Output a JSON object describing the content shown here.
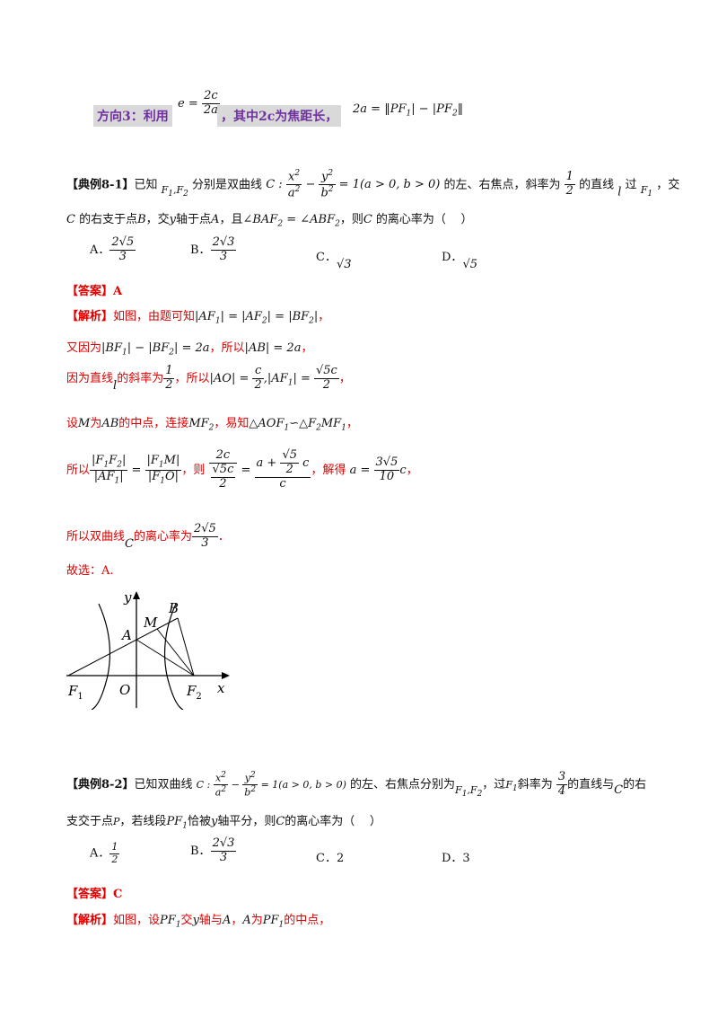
{
  "heading": {
    "label": "方向3：利用",
    "formula": "e = 2c/2a",
    "suffix": "，其中2c为焦距长，",
    "formula2": "2a = ||PF₁| − |PF₂||"
  },
  "example1": {
    "tag": "【典例8-1】",
    "line1_a": "已知",
    "line1_b": "F₁, F₂",
    "line1_c": "分别是双曲线",
    "line1_d": "C : x²/a² − y²/b² = 1(a > 0, b > 0)",
    "line1_e": "的左、右焦点，斜率为",
    "line1_f": "1/2",
    "line1_g": "的直线",
    "line1_h": "l",
    "line1_i": "过",
    "line1_j": "F₁",
    "line1_k": "，交",
    "line2": "C的右支于点B，交y轴于点A，且∠BAF₂ = ∠ABF₂，则C的离心率为（    ）",
    "options": [
      "A．2√5/3",
      "B．2√3/3",
      "C．√3",
      "D．√5"
    ],
    "answer": "【答案】A",
    "analysis": [
      "【解析】如图，由题可知|AF₁| = |AF₂| = |BF₂|，",
      "又因为|BF₁| − |BF₂| = 2a，所以|AB| = 2a，",
      "因为直线l的斜率为1/2，所以|AO| = c/2，|AF₁| = √5c/2，",
      "设M为AB的中点，连接MF₂，易知△AOF₁∽△F₂MF₁，",
      "所以|F₁F₂|/|AF₁| = |F₁M|/|F₁O|，则 2c/(√5c/2) = (a + √5/2 c)/c，解得 a = 3√5/10 c，",
      "所以双曲线C的离心率为2√5/3．",
      "故选：A."
    ]
  },
  "figure": {
    "labels": [
      "y",
      "x",
      "O",
      "A",
      "M",
      "B",
      "F₁",
      "F₂"
    ]
  },
  "example2": {
    "tag": "【典例8-2】",
    "line1": "已知双曲线C : x²/a² − y²/b² = 1(a > 0, b > 0)的左、右焦点分别为F₁, F₂，过F₁斜率为3/4的直线与C的右",
    "line2": "支交于点P，若线段PF₁恰被y轴平分，则C的离心率为（    ）",
    "options": [
      "A．1/2",
      "B．2√3/3",
      "C．2",
      "D．3"
    ],
    "answer": "【答案】C",
    "analysis": "【解析】如图，设PF₁交y轴与A，A为PF₁的中点，"
  }
}
